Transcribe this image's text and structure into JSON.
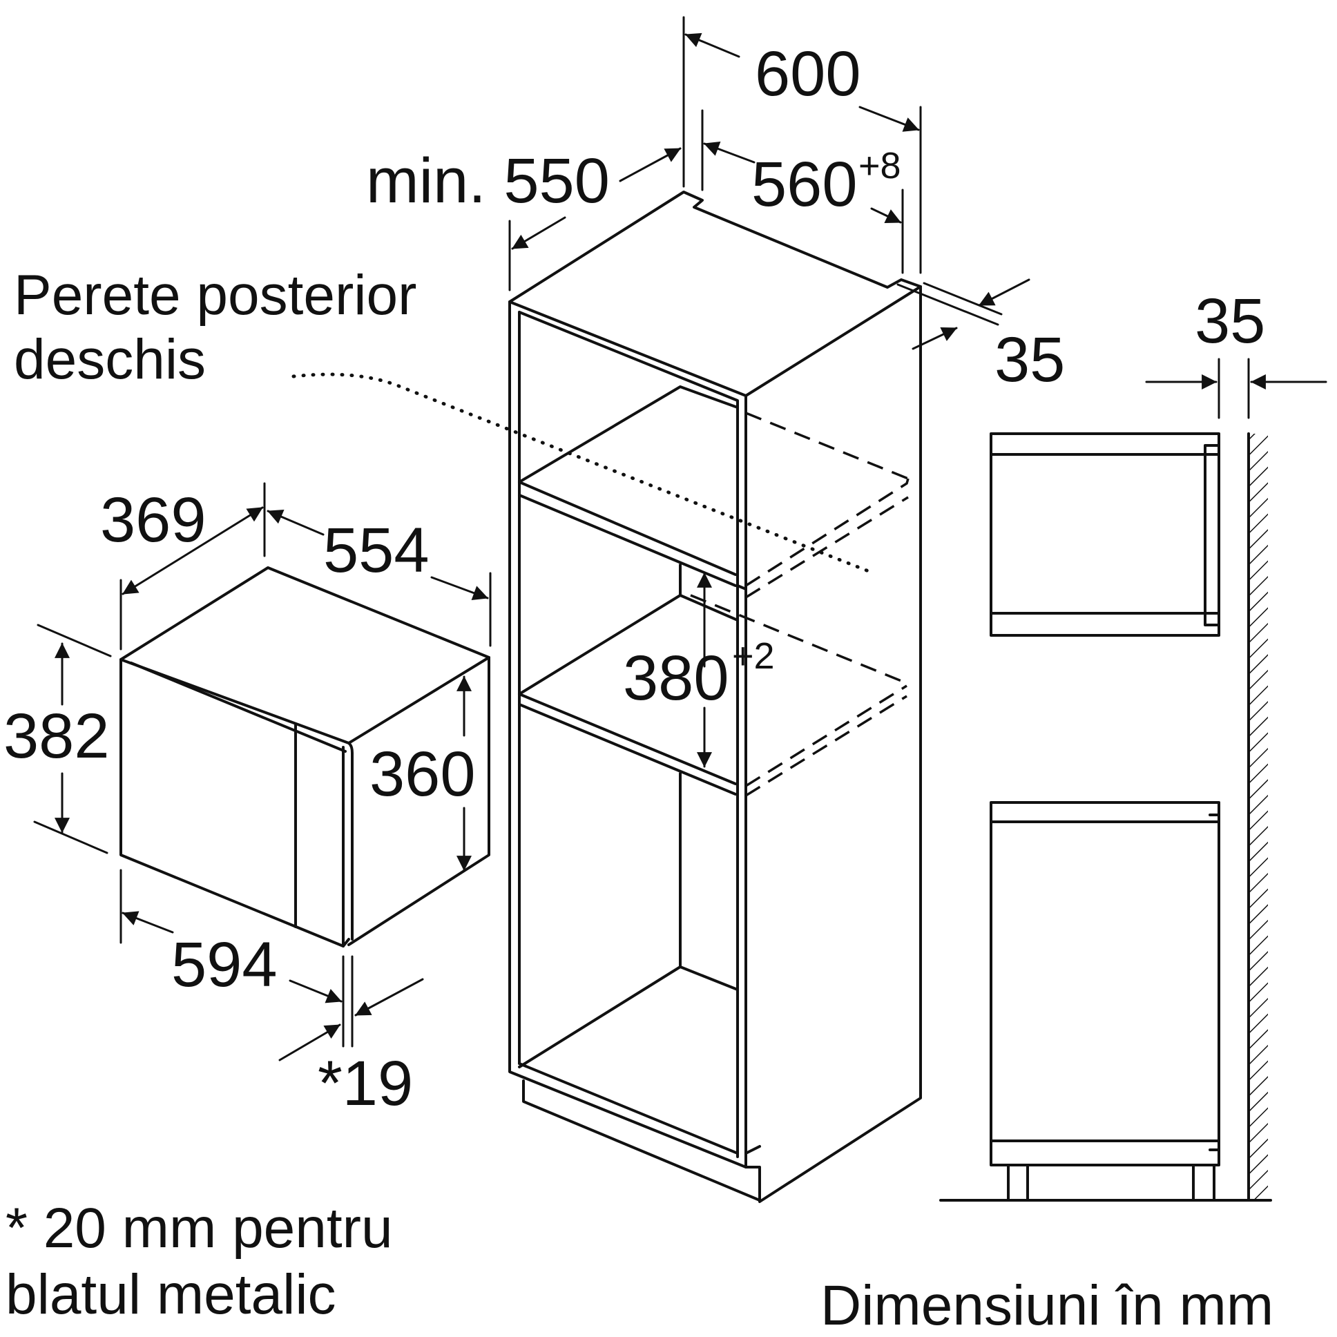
{
  "labels": {
    "rear_wall_line1": "Perete posterior",
    "rear_wall_line2": "deschis",
    "footnote_line1": "* 20 mm pentru",
    "footnote_line2": "blatul metalic",
    "units": "Dimensiuni în mm"
  },
  "dimensions": {
    "d600": "600",
    "min550": "min. 550",
    "d560": "560",
    "d560_tol": "+8",
    "d35_top": "35",
    "d35_side": "35",
    "d369": "369",
    "d554": "554",
    "d382": "382",
    "d360": "360",
    "d594": "594",
    "d19": "*19",
    "d380": "380",
    "d380_tol": "+2"
  }
}
